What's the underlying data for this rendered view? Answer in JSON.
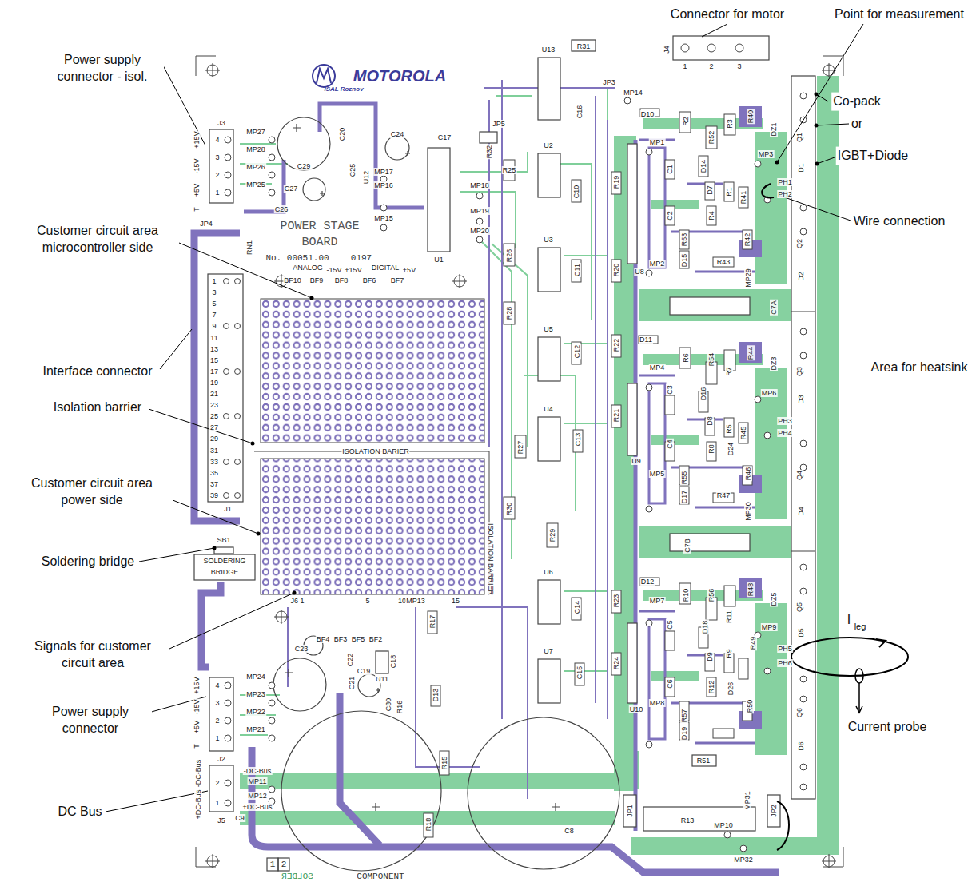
{
  "diagram": {
    "labels": [
      "Connector for motor",
      "Point for measurement",
      "Power supply connector - isol.",
      "Co-pack",
      "or",
      "IGBT+Diode",
      "Customer circuit area microcontroller side",
      "Wire connection",
      "Interface connector",
      "Area for heatsink",
      "Isolation barrier",
      "Customer circuit area power side",
      "Soldering bridge",
      "Signals for customer circuit area",
      "Power supply connector",
      "DC Bus",
      "I",
      "leg",
      "Current probe",
      "MOTOROLA",
      "ISAL Roznov",
      "POWER STAGE BOARD",
      "No. 00051.00",
      "0197",
      "ANALOG",
      "-15V",
      "+15V",
      "DIGITAL",
      "+5V",
      "BF10",
      "BF9",
      "BF8",
      "BF6",
      "BF7",
      "ISOLATION BARIER",
      "ISOLATION BARRIER",
      "SB1",
      "SOLDERING",
      "BRIDGE",
      "J6 1",
      "5",
      "10",
      "15",
      "SOLDER",
      "COMPONENT",
      "1",
      "2",
      "+15V",
      "-15V",
      "+5V",
      "T",
      "4",
      "3",
      "2",
      "1",
      "MP27",
      "MP28",
      "MP26",
      "MP25",
      "J3",
      "+15V",
      "-15V",
      "+5V",
      "T",
      "4",
      "3",
      "2",
      "1",
      "MP24",
      "MP23",
      "MP22",
      "MP21",
      "J2",
      "-DC-Bus",
      "+DC-Bus",
      "-DC-Bus",
      "2",
      "MP11",
      "MP12",
      "1",
      "+DC-Bus",
      "J5",
      "C9",
      "1",
      "3",
      "5",
      "7",
      "9",
      "11",
      "13",
      "15",
      "17",
      "19",
      "21",
      "23",
      "25",
      "27",
      "29",
      "31",
      "33",
      "35",
      "37",
      "39",
      "J1",
      "RN1",
      "JP4",
      "C29",
      "C24",
      "C17",
      "C20",
      "C25",
      "C27",
      "C26",
      "U12",
      "MP17",
      "MP16",
      "MP15",
      "MP18",
      "MP19",
      "MP20",
      "U1",
      "R32",
      "JP5",
      "R25",
      "U13",
      "R31",
      "JP3",
      "MP14",
      "C16",
      "D10",
      "U2",
      "C10",
      "R19",
      "R26",
      "U3",
      "C11",
      "R20",
      "U8",
      "U5",
      "R28",
      "C12",
      "R22",
      "D11",
      "U4",
      "R27",
      "C13",
      "R21",
      "U9",
      "R30",
      "R29",
      "U6",
      "C14",
      "R23",
      "D12",
      "U7",
      "C15",
      "R24",
      "U10",
      "MP13",
      "R17",
      "C18",
      "C19",
      "U11",
      "C30",
      "R16",
      "D13",
      "R15",
      "R18",
      "C23",
      "BF4",
      "BF3",
      "BF5",
      "BF2",
      "C22",
      "C21",
      "C8",
      "R13",
      "MP10",
      "MP32",
      "JP1",
      "JP2",
      "R51",
      "MP31",
      "J4",
      "1",
      "2",
      "3",
      "R2",
      "R52",
      "R3",
      "R40",
      "MP1",
      "C1",
      "D14",
      "D7",
      "R1",
      "R41",
      "C2",
      "R4",
      "R53",
      "R42",
      "MP2",
      "D15",
      "R43",
      "MP29",
      "DZ1",
      "Q1",
      "D1",
      "PH1",
      "PH2",
      "MP3",
      "Q2",
      "D2",
      "C7A",
      "R6",
      "R54",
      "R44",
      "DZ3",
      "Q3",
      "MP4",
      "C3",
      "D16",
      "R7",
      "MP6",
      "D3",
      "PH3",
      "PH4",
      "D8",
      "R5",
      "R45",
      "C4",
      "R8",
      "D24",
      "MP5",
      "R55",
      "R46",
      "Q4",
      "D17",
      "R47",
      "MP30",
      "D4",
      "C7B",
      "MP7",
      "R10",
      "R56",
      "R48",
      "DZ5",
      "Q5",
      "R11",
      "C5",
      "D18",
      "MP9",
      "D5",
      "R49",
      "PH5",
      "PH6",
      "D9",
      "R9",
      "C6",
      "R12",
      "D26",
      "R50",
      "MP8",
      "R57",
      "Q6",
      "D19",
      "D6"
    ]
  }
}
